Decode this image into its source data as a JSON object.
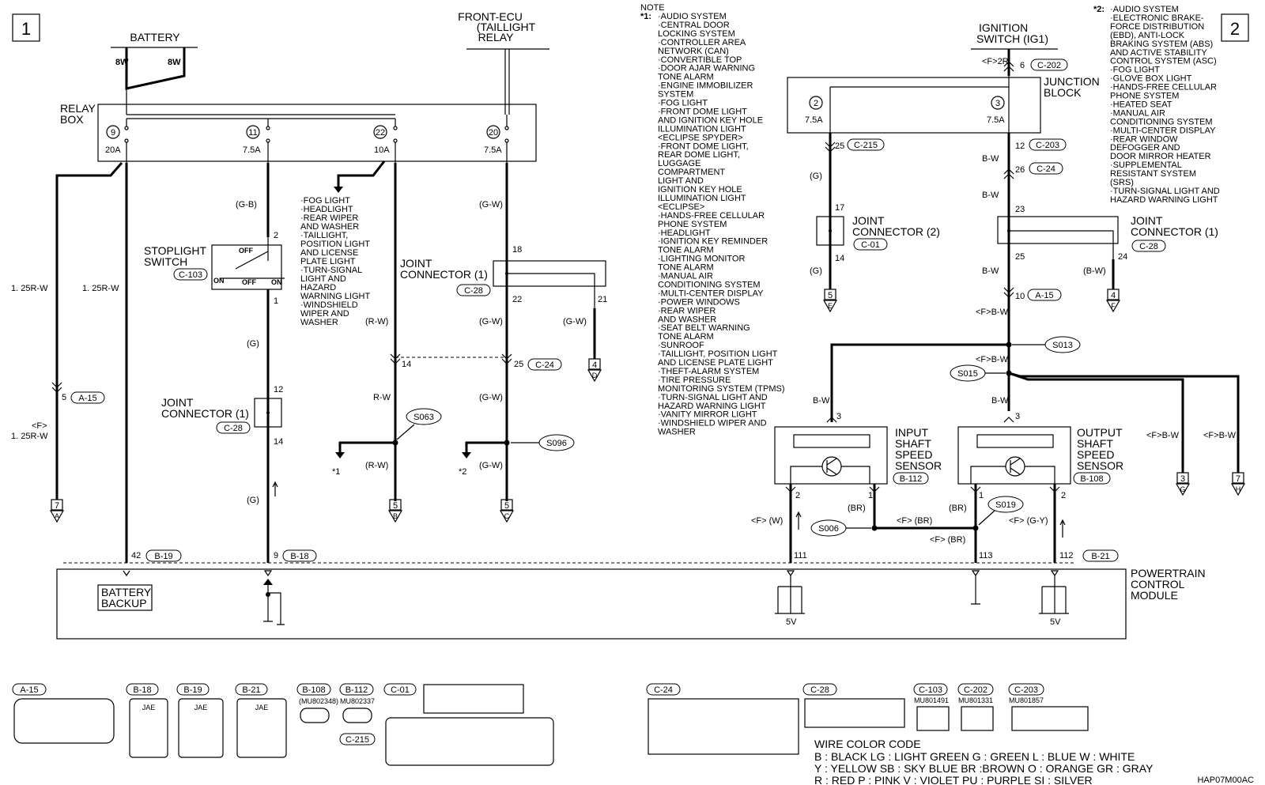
{
  "page_numbers": [
    "1",
    "2"
  ],
  "doc_code": "HAP07M00AC",
  "left": {
    "battery": "BATTERY",
    "battery_wire_a": "8W",
    "battery_wire_b": "8W",
    "relay_box": [
      "RELAY",
      "BOX"
    ],
    "front_ecu": [
      "FRONT-ECU",
      "(TAILLIGHT",
      "RELAY"
    ],
    "fuses": [
      {
        "num": "9",
        "amp": "20A"
      },
      {
        "num": "11",
        "amp": "7.5A"
      },
      {
        "num": "22",
        "amp": "10A"
      },
      {
        "num": "20",
        "amp": "7.5A"
      }
    ],
    "fuse22_targets": [
      "·FOG LIGHT",
      "·HEADLIGHT",
      "·REAR WIPER",
      " AND WASHER",
      "·TAILLIGHT,",
      " POSITION LIGHT",
      " AND LICENSE",
      " PLATE LIGHT",
      "·TURN-SIGNAL",
      " LIGHT AND",
      " HAZARD",
      " WARNING LIGHT",
      "·WINDSHIELD",
      " WIPER AND",
      " WASHER"
    ],
    "wire_125rw": "1. 25R-W",
    "wire_125rw_b": "1. 25R-W",
    "wire_f_125rw": "1. 25R-W",
    "f_tag": "<F>",
    "pin5": "5",
    "conn_a15": "A-15",
    "wire_gb": "(G-B)",
    "pin2": "2",
    "stoplight": [
      "STOPLIGHT",
      "SWITCH"
    ],
    "conn_c103": "C-103",
    "switch_on1": "ON",
    "switch_off1": "OFF",
    "switch_off2": "OFF",
    "switch_on2": "ON",
    "pin1": "1",
    "wire_g1": "(G)",
    "pin12": "12",
    "joint1": [
      "JOINT",
      "CONNECTOR (1)"
    ],
    "conn_c28_a": "C-28",
    "pin14a": "14",
    "wire_g2": "(G)",
    "pin9": "9",
    "conn_b18": "B-18",
    "pin42": "42",
    "conn_b19": "B-19",
    "wire_rw1": "(R-W)",
    "pin14b": "14",
    "wire_rw2": "R-W",
    "s063": "S063",
    "star1": "*1",
    "wire_rw3": "(R-W)",
    "wire_gw1": "(G-W)",
    "pin18": "18",
    "joint2": [
      "JOINT",
      "CONNECTOR (1)"
    ],
    "conn_c28_b": "C-28",
    "pin22": "22",
    "pin21": "21",
    "wire_gw2": "(G-W)",
    "wire_gw3": "(G-W)",
    "pin25a": "25",
    "conn_c24_a": "C-24",
    "wire_gw4": "(G-W)",
    "s096": "S096",
    "star2": "*2",
    "wire_gw5": "(G-W)",
    "ground_tags": [
      {
        "num": "7",
        "letter": "A"
      },
      {
        "num": "5",
        "letter": "B"
      },
      {
        "num": "5",
        "letter": "C"
      },
      {
        "num": "4",
        "letter": "D"
      }
    ],
    "battery_backup": [
      "BATTERY",
      "BACKUP"
    ]
  },
  "note": {
    "title": "NOTE",
    "mark": "*1:",
    "lines": [
      "·AUDIO SYSTEM",
      "·CENTRAL DOOR",
      " LOCKING SYSTEM",
      "·CONTROLLER AREA",
      " NETWORK (CAN)",
      "·CONVERTIBLE TOP",
      "·DOOR AJAR WARNING",
      " TONE ALARM",
      "·ENGINE IMMOBILIZER",
      " SYSTEM",
      "·FOG LIGHT",
      "·FRONT DOME LIGHT",
      " AND IGNITION KEY HOLE",
      " ILLUMINATION LIGHT",
      " <ECLIPSE SPYDER>",
      "·FRONT DOME LIGHT,",
      " REAR DOME LIGHT,",
      " LUGGAGE",
      " COMPARTMENT",
      " LIGHT AND",
      " IGNITION KEY HOLE",
      " ILLUMINATION LIGHT",
      " <ECLIPSE>",
      "·HANDS-FREE CELLULAR",
      " PHONE SYSTEM",
      "·HEADLIGHT",
      "·IGNITION KEY REMINDER",
      " TONE ALARM",
      "·LIGHTING MONITOR",
      " TONE ALARM",
      "·MANUAL AIR",
      " CONDITIONING SYSTEM",
      "·MULTI-CENTER DISPLAY",
      "·POWER WINDOWS",
      "·REAR WIPER",
      " AND WASHER",
      "·SEAT BELT WARNING",
      " TONE ALARM",
      "·SUNROOF",
      "·TAILLIGHT, POSITION LIGHT",
      " AND LICENSE PLATE LIGHT",
      "·THEFT-ALARM SYSTEM",
      "·TIRE PRESSURE",
      " MONITORING SYSTEM (TPMS)",
      "·TURN-SIGNAL LIGHT AND",
      " HAZARD WARNING LIGHT",
      "·VANITY MIRROR LIGHT",
      "·WINDSHIELD WIPER AND",
      " WASHER"
    ]
  },
  "note2": {
    "mark": "*2:",
    "lines": [
      "·AUDIO SYSTEM",
      "·ELECTRONIC BRAKE-",
      " FORCE DISTRIBUTION",
      " (EBD), ANTI-LOCK",
      " BRAKING SYSTEM (ABS)",
      " AND ACTIVE STABILITY",
      " CONTROL SYSTEM (ASC)",
      "·FOG LIGHT",
      "·GLOVE BOX LIGHT",
      "·HANDS-FREE CELLULAR",
      " PHONE SYSTEM",
      "·HEATED SEAT",
      "·MANUAL AIR",
      " CONDITIONING SYSTEM",
      "·MULTI-CENTER DISPLAY",
      "·REAR WINDOW",
      " DEFOGGER AND",
      " DOOR MIRROR HEATER",
      "·SUPPLEMENTAL",
      " RESISTANT SYSTEM",
      " (SRS)",
      "·TURN-SIGNAL LIGHT AND",
      " HAZARD WARNING LIGHT"
    ]
  },
  "right": {
    "ignition": [
      "IGNITION",
      "SWITCH (IG1)"
    ],
    "f2r": "<F>2R",
    "pin6": "6",
    "conn_c202": "C-202",
    "junction": [
      "JUNCTION",
      "BLOCK"
    ],
    "jb_fuse_a": {
      "num": "2",
      "amp": "7.5A"
    },
    "jb_fuse_b": {
      "num": "3",
      "amp": "7.5A"
    },
    "pin25b": "25",
    "conn_c215": "C-215",
    "pin12b": "12",
    "conn_c203": "C-203",
    "bw1": "B-W",
    "pin26": "26",
    "conn_c24_b": "C-24",
    "wire_g3": "(G)",
    "bw2": "B-W",
    "pin17": "17",
    "joint_c01": [
      "JOINT",
      "CONNECTOR (2)"
    ],
    "conn_c01": "C-01",
    "pin14c": "14",
    "wire_g4": "(G)",
    "pin23": "23",
    "joint_c28": [
      "JOINT",
      "CONNECTOR (1)"
    ],
    "conn_c28_c": "C-28",
    "pin25c": "25",
    "pin24": "24",
    "bw3": "B-W",
    "bw_paren": "(B-W)",
    "pin10": "10",
    "conn_a15b": "A-15",
    "fbw1": "<F>B-W",
    "s013": "S013",
    "fbw2": "<F>B-W",
    "s015": "S015",
    "bw4": "B-W",
    "bw5": "B-W",
    "pin3a": "3",
    "pin3b": "3",
    "input_sensor": [
      "INPUT",
      "SHAFT",
      "SPEED",
      "SENSOR"
    ],
    "conn_b112": "B-112",
    "output_sensor": [
      "OUTPUT",
      "SHAFT",
      "SPEED",
      "SENSOR"
    ],
    "conn_b108": "B-108",
    "fbw3": "<F>B-W",
    "fbw4": "<F>B-W",
    "pin2a": "2",
    "pin1a": "1",
    "pin1b": "1",
    "pin2b": "2",
    "br1": "(BR)",
    "br2": "(BR)",
    "s019": "S019",
    "fbr1": "<F> (BR)",
    "fw": "<F> (W)",
    "s006": "S006",
    "fbr2": "<F> (BR)",
    "fgy": "<F> (G-Y)",
    "pin111": "111",
    "pin113": "113",
    "pin112": "112",
    "conn_b21": "B-21",
    "pcm": [
      "POWERTRAIN",
      "CONTROL",
      "MODULE"
    ],
    "v5a": "5V",
    "v5b": "5V",
    "ground_tags": [
      {
        "num": "5",
        "letter": "E"
      },
      {
        "num": "4",
        "letter": "F"
      },
      {
        "num": "3",
        "letter": "G"
      },
      {
        "num": "7",
        "letter": "H"
      }
    ]
  },
  "connectors": {
    "a15": "A-15",
    "b18": "B-18",
    "b19": "B-19",
    "b21": "B-21",
    "b108": "B-108",
    "b112": "B-112",
    "c01": "C-01",
    "c215": "C-215",
    "c24": "C-24",
    "c28": "C-28",
    "c103": "C-103",
    "c202": "C-202",
    "c203": "C-203",
    "jae": "JAE",
    "mu1": "(MU802348)",
    "mu2": "MU802337",
    "mu3": "MU801491",
    "mu4": "MU801331",
    "mu5": "MU801857"
  },
  "wire_code": {
    "title": "WIRE COLOR CODE",
    "row1": "B : BLACK    LG : LIGHT GREEN    G : GREEN    L : BLUE    W : WHITE",
    "row2": "Y : YELLOW    SB : SKY BLUE    BR :BROWN    O : ORANGE    GR : GRAY",
    "row3": "R : RED    P : PINK    V : VIOLET    PU : PURPLE    SI : SILVER"
  }
}
